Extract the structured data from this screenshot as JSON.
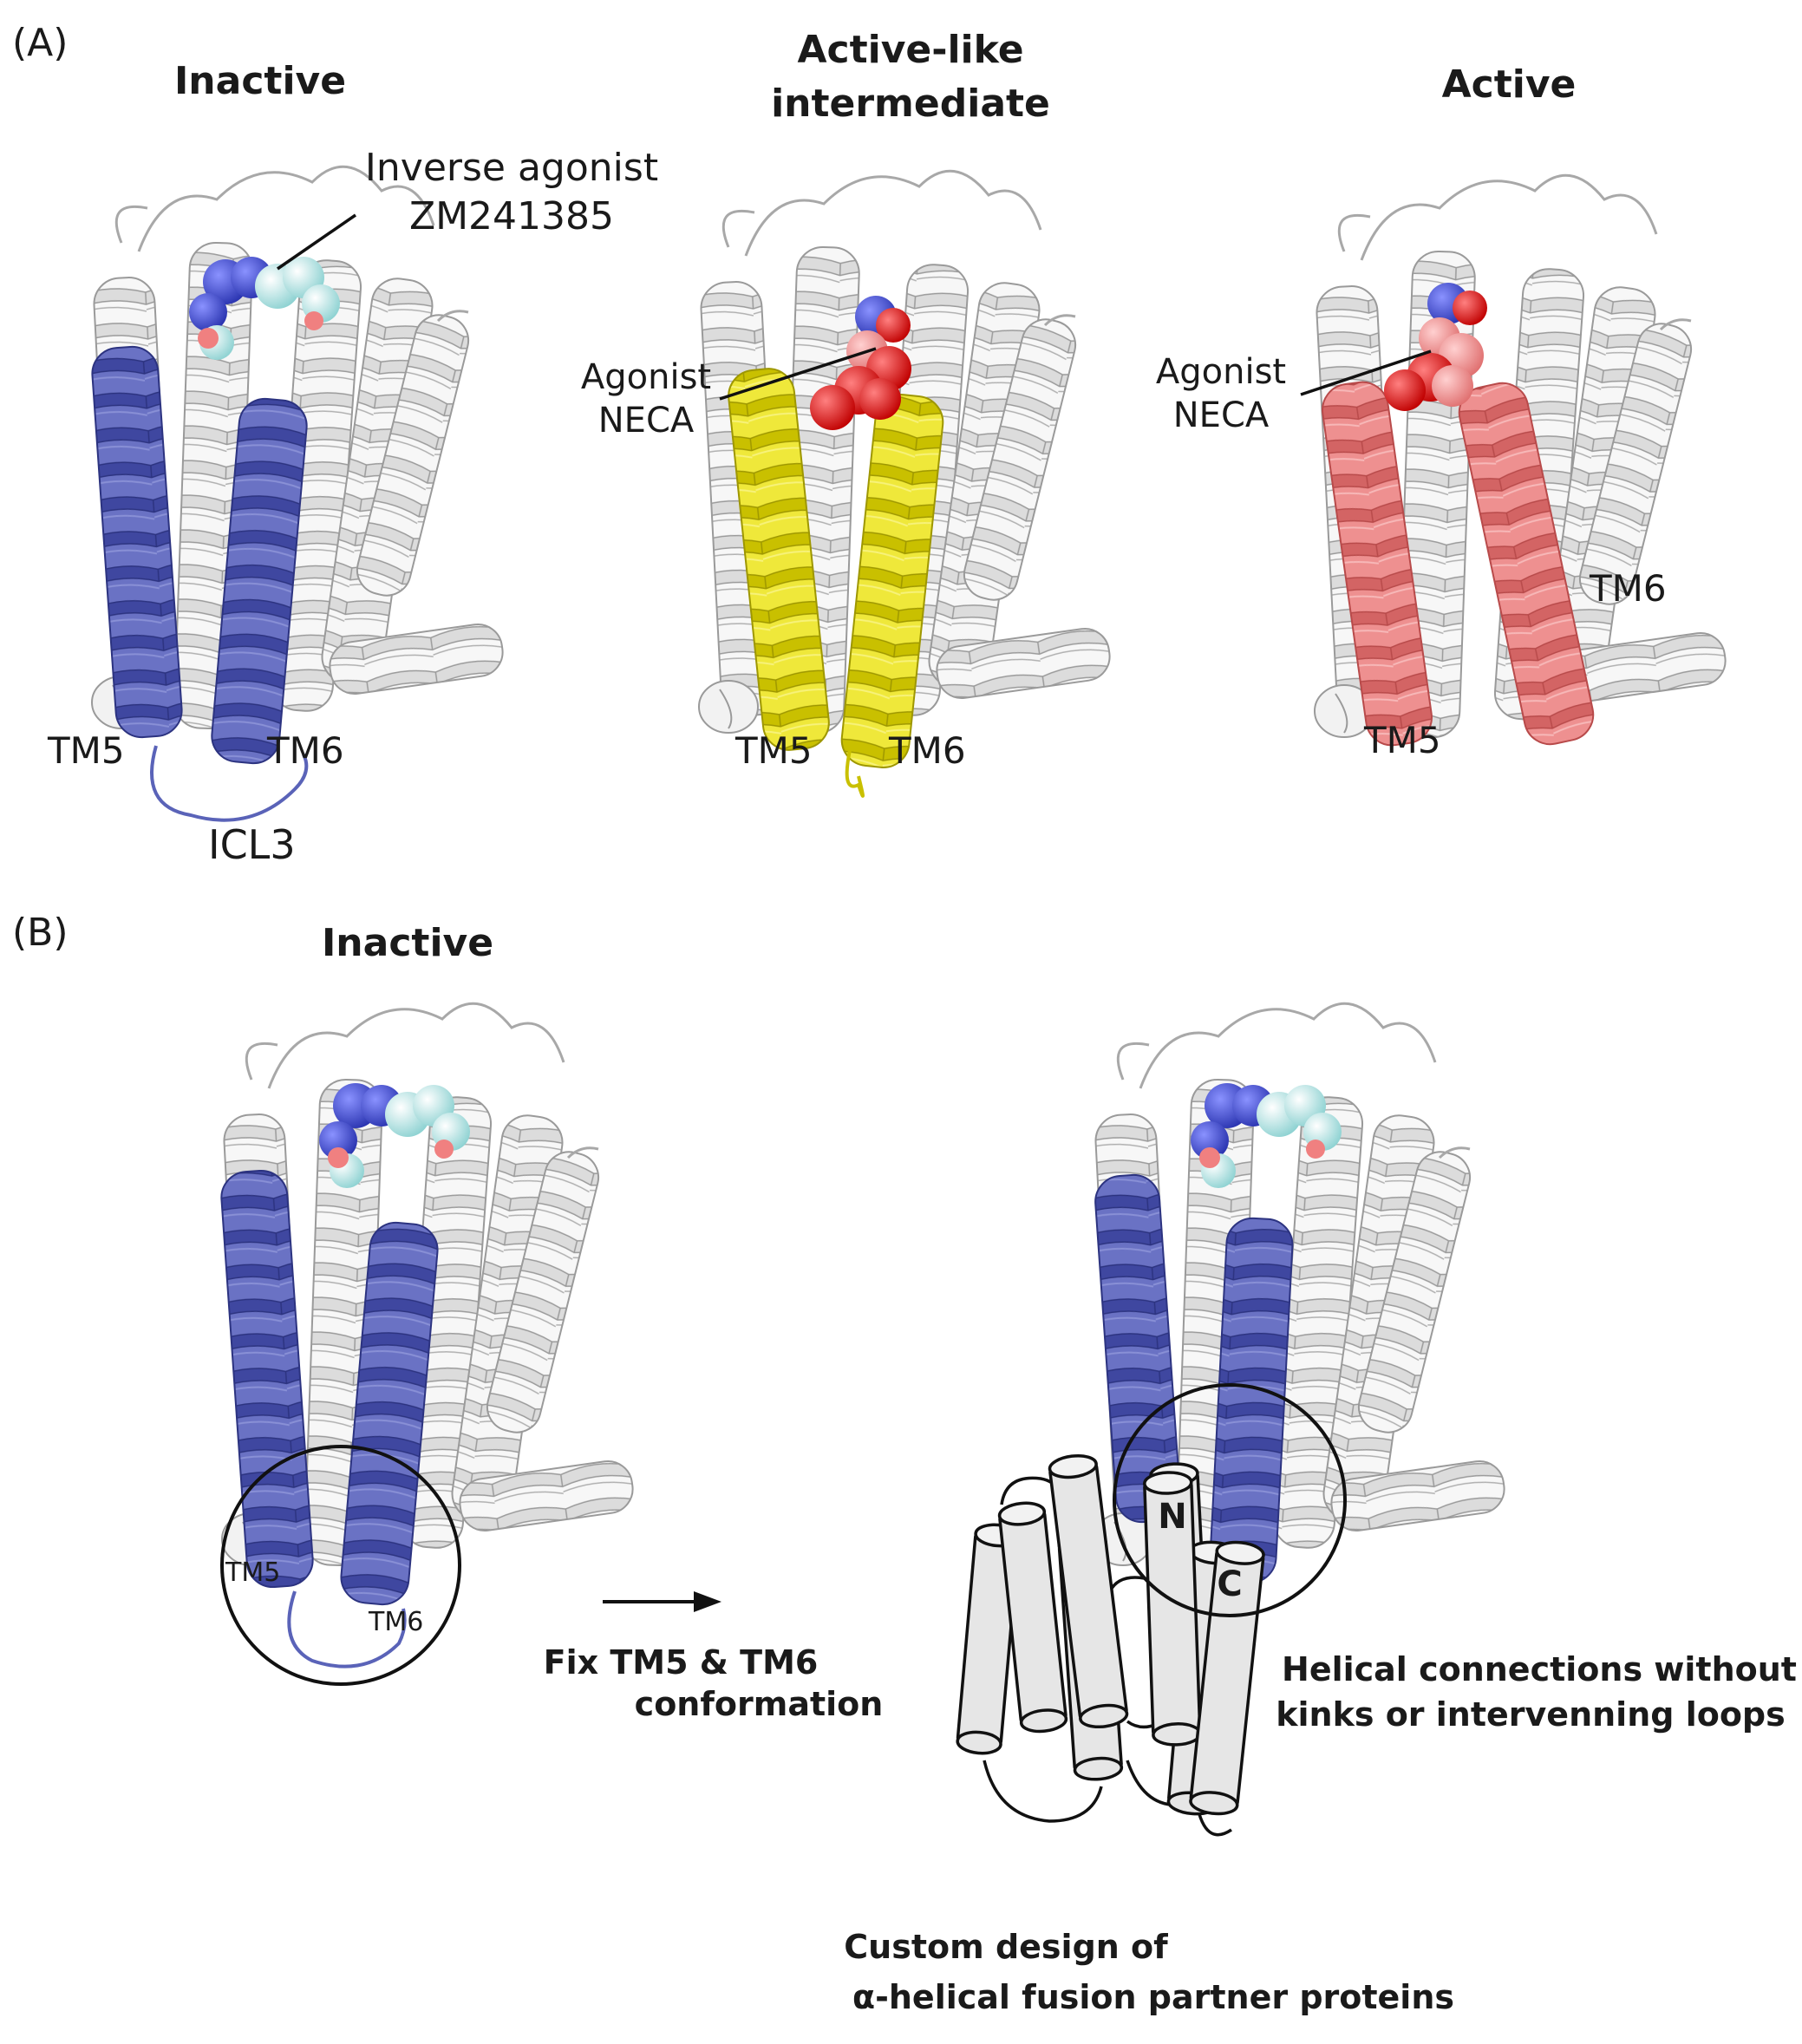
{
  "panel_a": {
    "label": "(A)",
    "inactive": {
      "title": "Inactive",
      "ligand_line1": "Inverse agonist",
      "ligand_line2": "ZM241385",
      "tm5": "TM5",
      "tm6": "TM6",
      "loop": "ICL3"
    },
    "intermediate": {
      "title_line1": "Active-like",
      "title_line2": "intermediate",
      "ligand_line1": "Agonist",
      "ligand_line2": "NECA",
      "tm5": "TM5",
      "tm6": "TM6"
    },
    "active": {
      "title": "Active",
      "ligand_line1": "Agonist",
      "ligand_line2": "NECA",
      "tm5": "TM5",
      "tm6": "TM6"
    }
  },
  "panel_b": {
    "label": "(B)",
    "inactive_title": "Inactive",
    "circle_tm5": "TM5",
    "circle_tm6": "TM6",
    "arrow_line1": "Fix TM5 & TM6",
    "arrow_line2": "conformation",
    "n_label": "N",
    "c_label": "C",
    "connection_line1": "Helical connections without",
    "connection_line2": "kinks or intervenning loops",
    "design_line1": "Custom design of",
    "design_line2": "α-helical fusion partner proteins"
  },
  "colors": {
    "inactive_helix": "#5a63b8",
    "intermediate_helix": "#e8e01a",
    "active_helix": "#e88080",
    "agonist": "#e01c1c",
    "inverse_agonist": "#a8e6e6"
  }
}
